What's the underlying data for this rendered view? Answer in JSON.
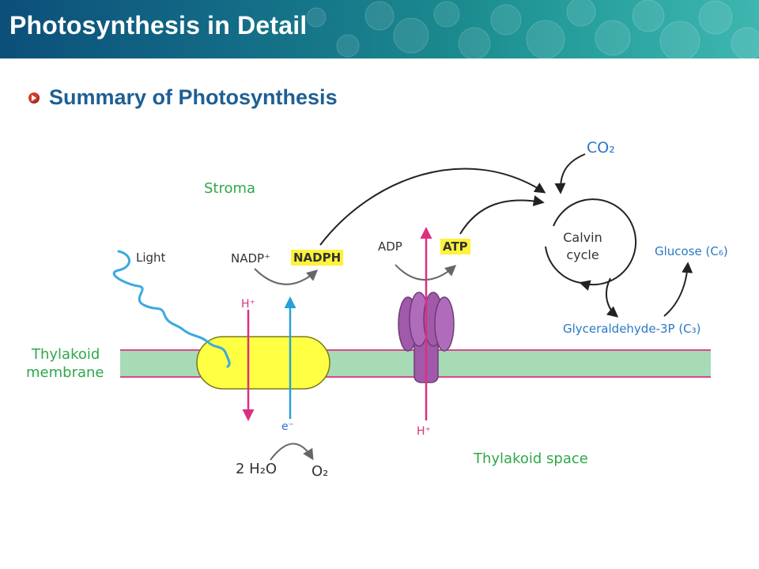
{
  "header": {
    "title": "Photosynthesis in Detail"
  },
  "section": {
    "subtitle": "Summary of Photosynthesis"
  },
  "diagram": {
    "labels": {
      "stroma": "Stroma",
      "light": "Light",
      "nadp_plus": "NADP⁺",
      "nadph": "NADPH",
      "adp": "ADP",
      "atp": "ATP",
      "co2": "CO₂",
      "calvin_cycle_line1": "Calvin",
      "calvin_cycle_line2": "cycle",
      "glucose": "Glucose (C₆)",
      "glyceraldehyde": "Glyceraldehyde-3P (C₃)",
      "thylakoid_membrane_line1": "Thylakoid",
      "thylakoid_membrane_line2": "membrane",
      "h_plus_left": "H⁺",
      "h_plus_right": "H⁺",
      "e_minus": "e⁻",
      "water": "2 H₂O",
      "oxygen": "O₂",
      "thylakoid_space": "Thylakoid space"
    },
    "colors": {
      "membrane_fill": "#a6dbb5",
      "membrane_edge": "#d64a8c",
      "photosystem_fill": "#ffff44",
      "atp_synthase": "#a05aa9",
      "light_wave": "#3aa9e0",
      "proton_arrow": "#dd2f7f",
      "electron_arrow": "#2a9fd8",
      "highlight": "#fff23a",
      "text_green": "#2fa84a",
      "text_blue": "#2a78c4"
    }
  }
}
